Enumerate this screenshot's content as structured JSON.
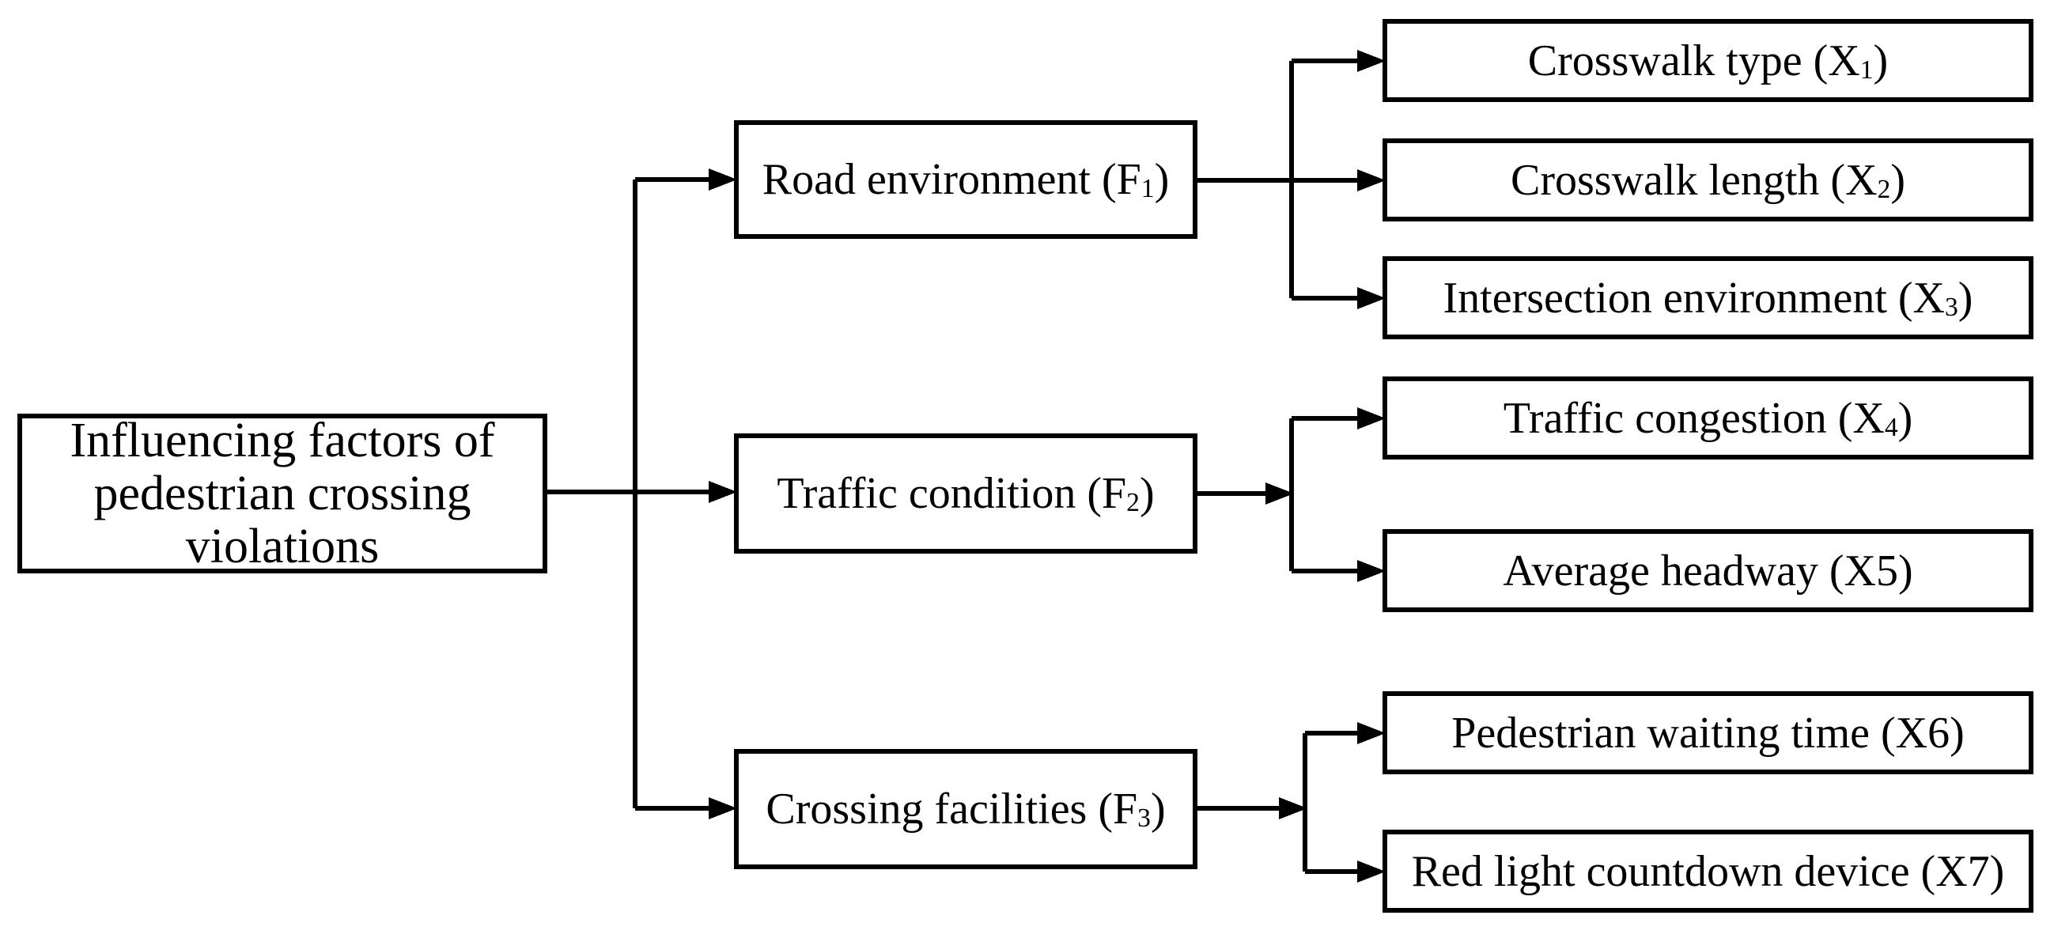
{
  "diagram": {
    "type": "hierarchy-flowchart",
    "colors": {
      "background": "#ffffff",
      "line": "#000000",
      "box_border": "#000000",
      "box_fill": "#ffffff",
      "text": "#000000"
    },
    "root": {
      "id": "root",
      "lines": [
        "Influencing factors of",
        "pedestrian crossing",
        "violations"
      ],
      "full_text": "Influencing factors of pedestrian crossing violations"
    },
    "factors": [
      {
        "id": "F1",
        "pre": "Road environment (F",
        "sub": "1",
        "post": ")",
        "parent": "root"
      },
      {
        "id": "F2",
        "pre": "Traffic condition (F",
        "sub": "2",
        "post": ")",
        "parent": "root"
      },
      {
        "id": "F3",
        "pre": "Crossing facilities (F",
        "sub": "3",
        "post": ")",
        "parent": "root"
      }
    ],
    "variables": [
      {
        "id": "X1",
        "pre": "Crosswalk type (X",
        "sub": "1",
        "post": ")",
        "parent": "F1"
      },
      {
        "id": "X2",
        "pre": "Crosswalk length (X",
        "sub": "2",
        "post": ")",
        "parent": "F1"
      },
      {
        "id": "X3",
        "pre": "Intersection environment (X",
        "sub": "3",
        "post": ")",
        "parent": "F1"
      },
      {
        "id": "X4",
        "pre": "Traffic congestion (X",
        "sub": "4",
        "post": ")",
        "parent": "F2"
      },
      {
        "id": "X5",
        "pre": "Average headway (X5)",
        "sub": "",
        "post": "",
        "parent": "F2"
      },
      {
        "id": "X6",
        "pre": "Pedestrian waiting time (X6)",
        "sub": "",
        "post": "",
        "parent": "F3"
      },
      {
        "id": "X7",
        "pre": "Red light countdown device (X7)",
        "sub": "",
        "post": "",
        "parent": "F3"
      }
    ]
  }
}
